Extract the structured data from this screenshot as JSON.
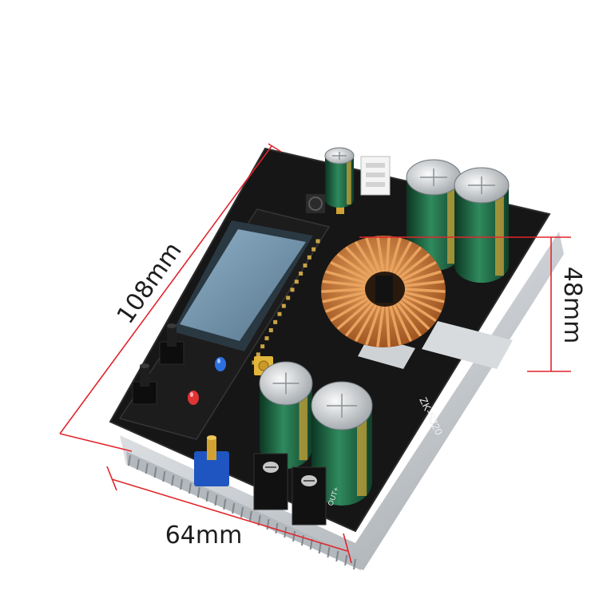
{
  "dimensions": {
    "length": "108mm",
    "height": "48mm",
    "width": "64mm"
  },
  "board": {
    "model": "ZK-SJ20",
    "output_label": "OUT+"
  },
  "colors": {
    "annotation": "#e0262b",
    "pcb": "#161616",
    "heatsink": "#c9cdd1",
    "copper": "#b86a2a",
    "capacitor": "#1f6b47",
    "lcd": "#6f8fa6",
    "led_blue": "#2e6fe0",
    "led_red": "#e03434",
    "potentiometer": "#1f55c0"
  }
}
